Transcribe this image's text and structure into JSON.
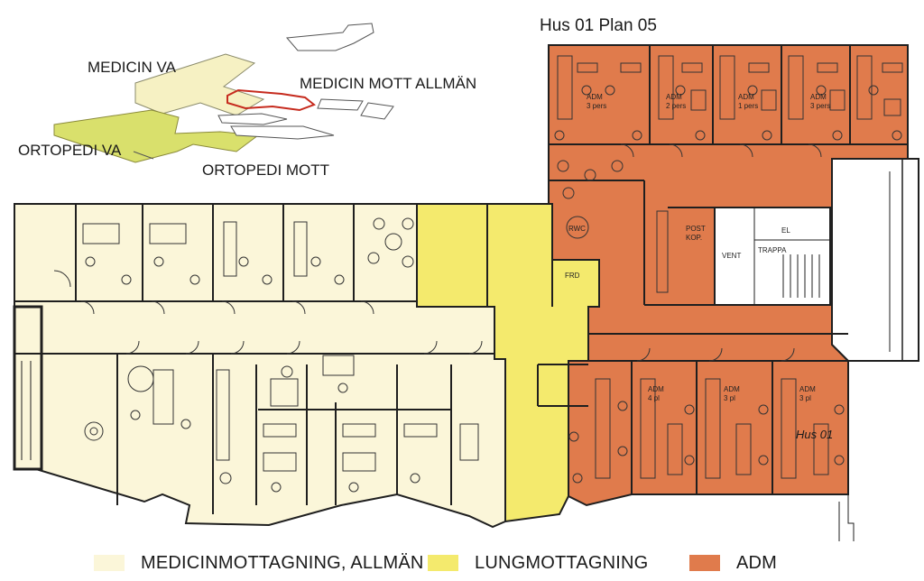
{
  "title": "Hus 01 Plan 05",
  "key_plan": {
    "medicin_va": "MEDICIN VA",
    "medicin_mott": "MEDICIN MOTT ALLMÄN",
    "ortopedi_va": "ORTOPEDI VA",
    "ortopedi_mott": "ORTOPEDI MOTT"
  },
  "rooms": {
    "adm_3_pers_a_l1": "ADM",
    "adm_3_pers_a_l2": "3 pers",
    "adm_2_pers_l1": "ADM",
    "adm_2_pers_l2": "2 pers",
    "adm_1_pers_l1": "ADM",
    "adm_1_pers_l2": "1 pers",
    "adm_3_pers_b_l1": "ADM",
    "adm_3_pers_b_l2": "3 pers",
    "adm_4_pl_l1": "ADM",
    "adm_4_pl_l2": "4 pl",
    "adm_3_pl_a_l1": "ADM",
    "adm_3_pl_a_l2": "3 pl",
    "adm_3_pl_b_l1": "ADM",
    "adm_3_pl_b_l2": "3 pl",
    "rwc": "RWC",
    "post_kop_l1": "POST",
    "post_kop_l2": "KOP.",
    "vent": "VENT",
    "el": "EL",
    "trappa": "TRAPPA",
    "frd": "FRD",
    "hus": "Hus 01"
  },
  "legend": [
    {
      "label": "MEDICINMOTTAGNING, ALLMÄN",
      "color": "#fbf6d9"
    },
    {
      "label": "LUNGMOTTAGNING",
      "color": "#f4ea6d"
    },
    {
      "label": "ADM",
      "color": "#e07b4c"
    }
  ],
  "colors": {
    "medicin": "#fbf6d9",
    "lung": "#f4ea6d",
    "adm": "#e07b4c",
    "key_medicin": "#f6f1c3",
    "key_ortopedi": "#d9e06c",
    "highlight": "#c62b1e",
    "wall": "#1f1f1f"
  }
}
